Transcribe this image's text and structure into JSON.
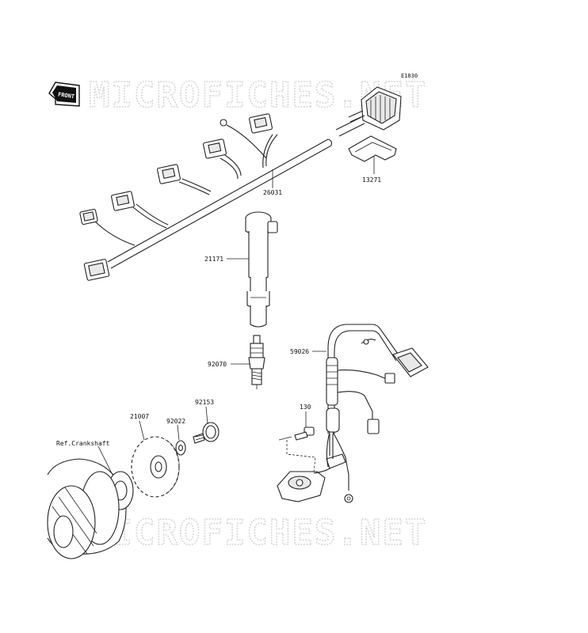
{
  "watermark": {
    "text": "MICROFICHES.NET"
  },
  "front_badge": {
    "text": "FRONT"
  },
  "diagram_code": "E1830",
  "ref_label": "Ref.Crankshaft",
  "parts": [
    {
      "number": "26031"
    },
    {
      "number": "13271"
    },
    {
      "number": "21171"
    },
    {
      "number": "92070"
    },
    {
      "number": "59026"
    },
    {
      "number": "92153"
    },
    {
      "number": "21007"
    },
    {
      "number": "92022"
    },
    {
      "number": "130"
    }
  ]
}
